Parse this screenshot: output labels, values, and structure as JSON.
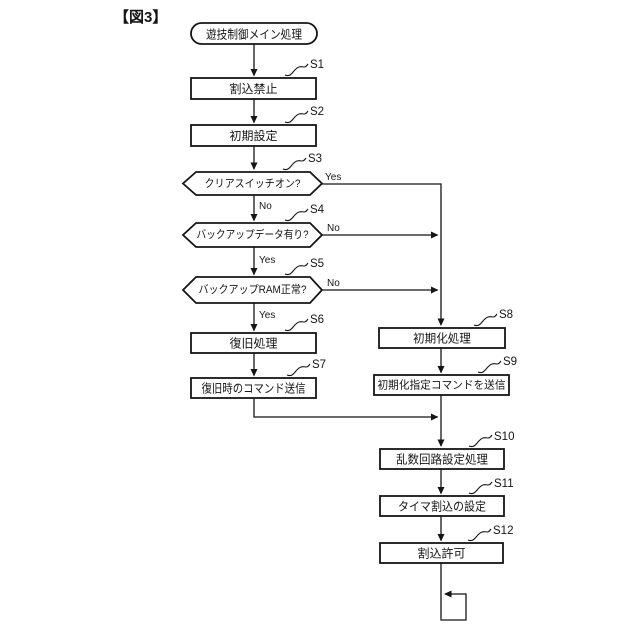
{
  "figure_title": "【図3】",
  "flowchart": {
    "start": {
      "label": "遊技制御メイン処理"
    },
    "steps": [
      {
        "id": "S1",
        "type": "process",
        "label": "割込禁止"
      },
      {
        "id": "S2",
        "type": "process",
        "label": "初期設定"
      },
      {
        "id": "S3",
        "type": "decision",
        "label": "クリアスイッチオン?",
        "branch_right": "Yes",
        "branch_down": "No"
      },
      {
        "id": "S4",
        "type": "decision",
        "label": "バックアップデータ有り?",
        "branch_right": "No",
        "branch_down": "Yes"
      },
      {
        "id": "S5",
        "type": "decision",
        "label": "バックアップRAM正常?",
        "branch_right": "No",
        "branch_down": "Yes"
      },
      {
        "id": "S6",
        "type": "process",
        "label": "復旧処理"
      },
      {
        "id": "S7",
        "type": "process",
        "label": "復旧時のコマンド送信"
      },
      {
        "id": "S8",
        "type": "process",
        "label": "初期化処理"
      },
      {
        "id": "S9",
        "type": "process",
        "label": "初期化指定コマンドを送信"
      },
      {
        "id": "S10",
        "type": "process",
        "label": "乱数回路設定処理"
      },
      {
        "id": "S11",
        "type": "process",
        "label": "タイマ割込の設定"
      },
      {
        "id": "S12",
        "type": "process",
        "label": "割込許可"
      }
    ]
  },
  "colors": {
    "line": "#151515",
    "background": "#ffffff"
  }
}
